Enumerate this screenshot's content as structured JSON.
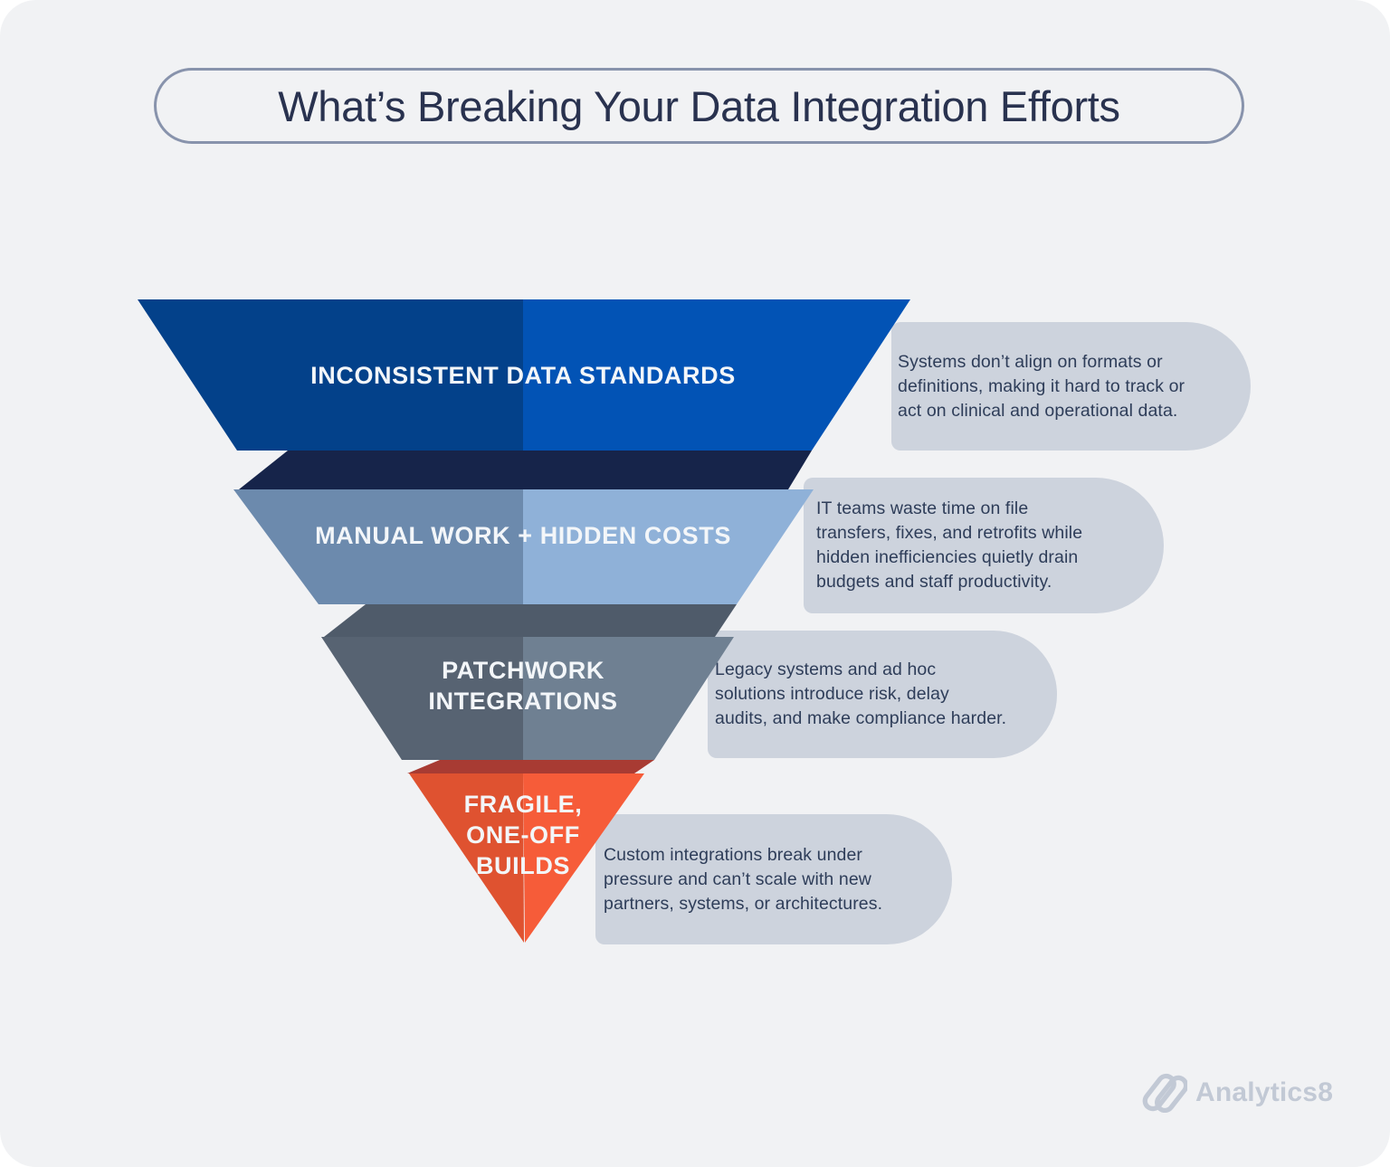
{
  "page": {
    "title": "What’s Breaking Your Data Integration Efforts",
    "title_color": "#29324f",
    "pill_border_color": "#8893ac",
    "background": "#f1f2f4"
  },
  "funnel": {
    "label_color": "#f3f6f9",
    "tiers": [
      {
        "label": "INCONSISTENT DATA STANDARDS",
        "description_lines": [
          "Systems don’t align on formats or",
          "definitions, making it hard to track or",
          "act on clinical and operational data."
        ],
        "color_left": "#03418a",
        "color_right": "#0253b5",
        "shadow_color": "#16244a"
      },
      {
        "label": "MANUAL WORK + HIDDEN COSTS",
        "description_lines": [
          "IT teams waste time on file",
          "transfers, fixes, and retrofits while",
          "hidden inefficiencies quietly drain",
          "budgets and staff productivity."
        ],
        "color_left": "#6c8aad",
        "color_right": "#8fb1d8",
        "shadow_color": "#4f5b6a"
      },
      {
        "label": "PATCHWORK INTEGRATIONS",
        "description_lines": [
          "Legacy systems and ad hoc",
          "solutions introduce risk, delay",
          "audits, and make compliance harder."
        ],
        "color_left": "#576372",
        "color_right": "#6f8092",
        "shadow_color": "#a83b33"
      },
      {
        "label": "FRAGILE, ONE-OFF BUILDS",
        "description_lines": [
          "Custom integrations break under",
          "pressure and can’t scale with new",
          "partners, systems, or architectures."
        ],
        "color_left": "#df5230",
        "color_right": "#f65c39"
      }
    ]
  },
  "callout": {
    "background": "#cdd3dd",
    "text_color": "#2e3d59"
  },
  "logo": {
    "text": "Analytics8",
    "color": "#c2c9d5"
  }
}
